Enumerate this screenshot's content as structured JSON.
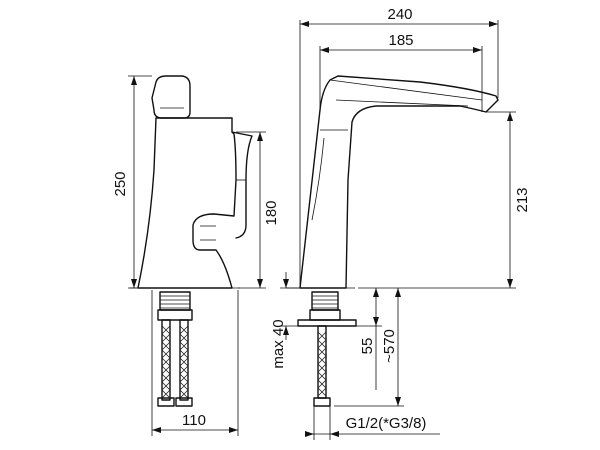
{
  "labels": {
    "overall_width": "240",
    "spout_reach": "185",
    "overall_height": "250",
    "lever_height": "180",
    "spout_height": "213",
    "base_width": "110",
    "max_deck": "max 40",
    "connection_length": "55",
    "hose_length": "~570",
    "thread": "G1/2(*G3/8)"
  }
}
